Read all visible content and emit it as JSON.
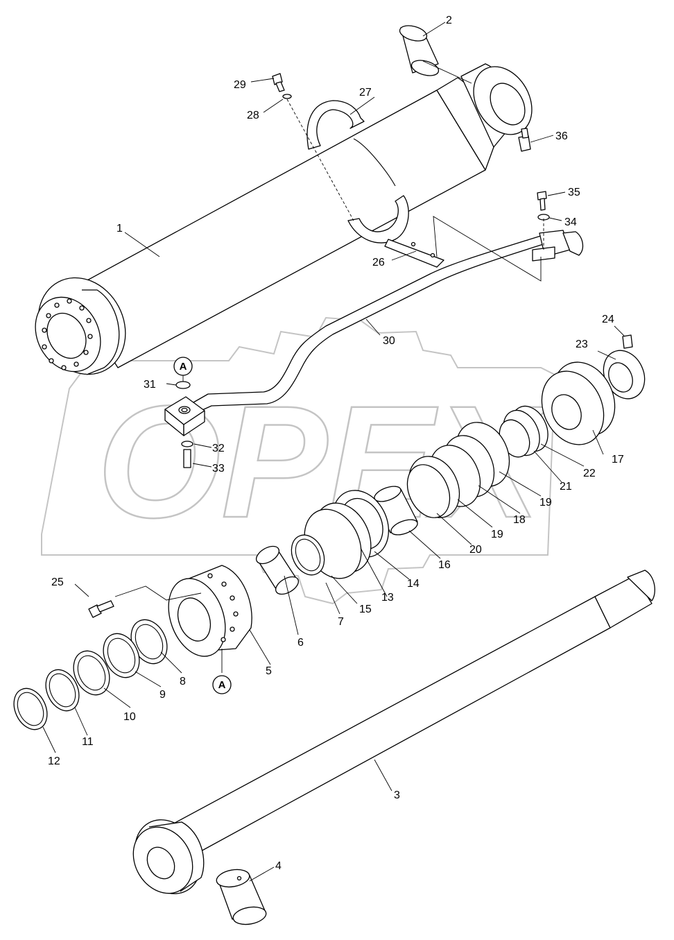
{
  "watermark": {
    "text": "OPEX",
    "color": "#c4c4c4"
  },
  "reference_marker": "A",
  "callouts": [
    "1",
    "2",
    "3",
    "4",
    "5",
    "6",
    "7",
    "8",
    "9",
    "10",
    "11",
    "12",
    "13",
    "14",
    "15",
    "16",
    "17",
    "18",
    "19",
    "19",
    "20",
    "21",
    "22",
    "23",
    "24",
    "25",
    "26",
    "27",
    "28",
    "29",
    "30",
    "31",
    "32",
    "33",
    "34",
    "35",
    "36"
  ],
  "colors": {
    "line": "#000000",
    "background": "#ffffff"
  }
}
